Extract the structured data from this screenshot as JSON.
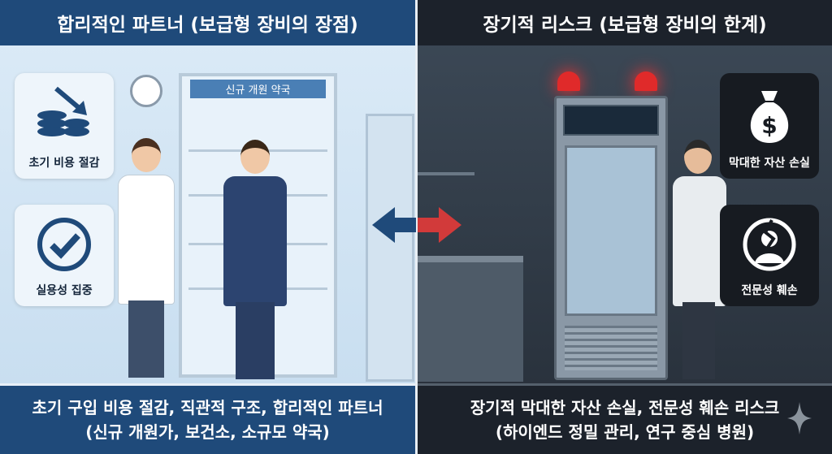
{
  "left": {
    "title": "합리적인 파트너 (보급형 장비의 장점)",
    "sign": "신규 개원 약국",
    "cards": [
      {
        "label": "초기 비용 절감",
        "icon": "coins-down-arrow-icon"
      },
      {
        "label": "실용성 집중",
        "icon": "checkmark-circle-icon"
      }
    ],
    "footer": [
      "초기 구입 비용 절감, 직관적 구조, 합리적인 파트너",
      "(신규 개원가, 보건소, 소규모 약국)"
    ]
  },
  "right": {
    "title": "장기적 리스크 (보급형 장비의 한계)",
    "cards": [
      {
        "label": "막대한 자산 손실",
        "icon": "money-bag-icon"
      },
      {
        "label": "전문성 훼손",
        "icon": "broken-person-icon"
      }
    ],
    "footer": [
      "장기적 막대한 자산 손실, 전문성 훼손 리스크",
      "(하이엔드 정밀 관리, 연구 중심 병원)"
    ]
  },
  "colors": {
    "left_header": "#1f4a7a",
    "right_header": "#1c222b",
    "arrow_blue": "#1f4a7a",
    "arrow_red": "#d23a3a"
  }
}
